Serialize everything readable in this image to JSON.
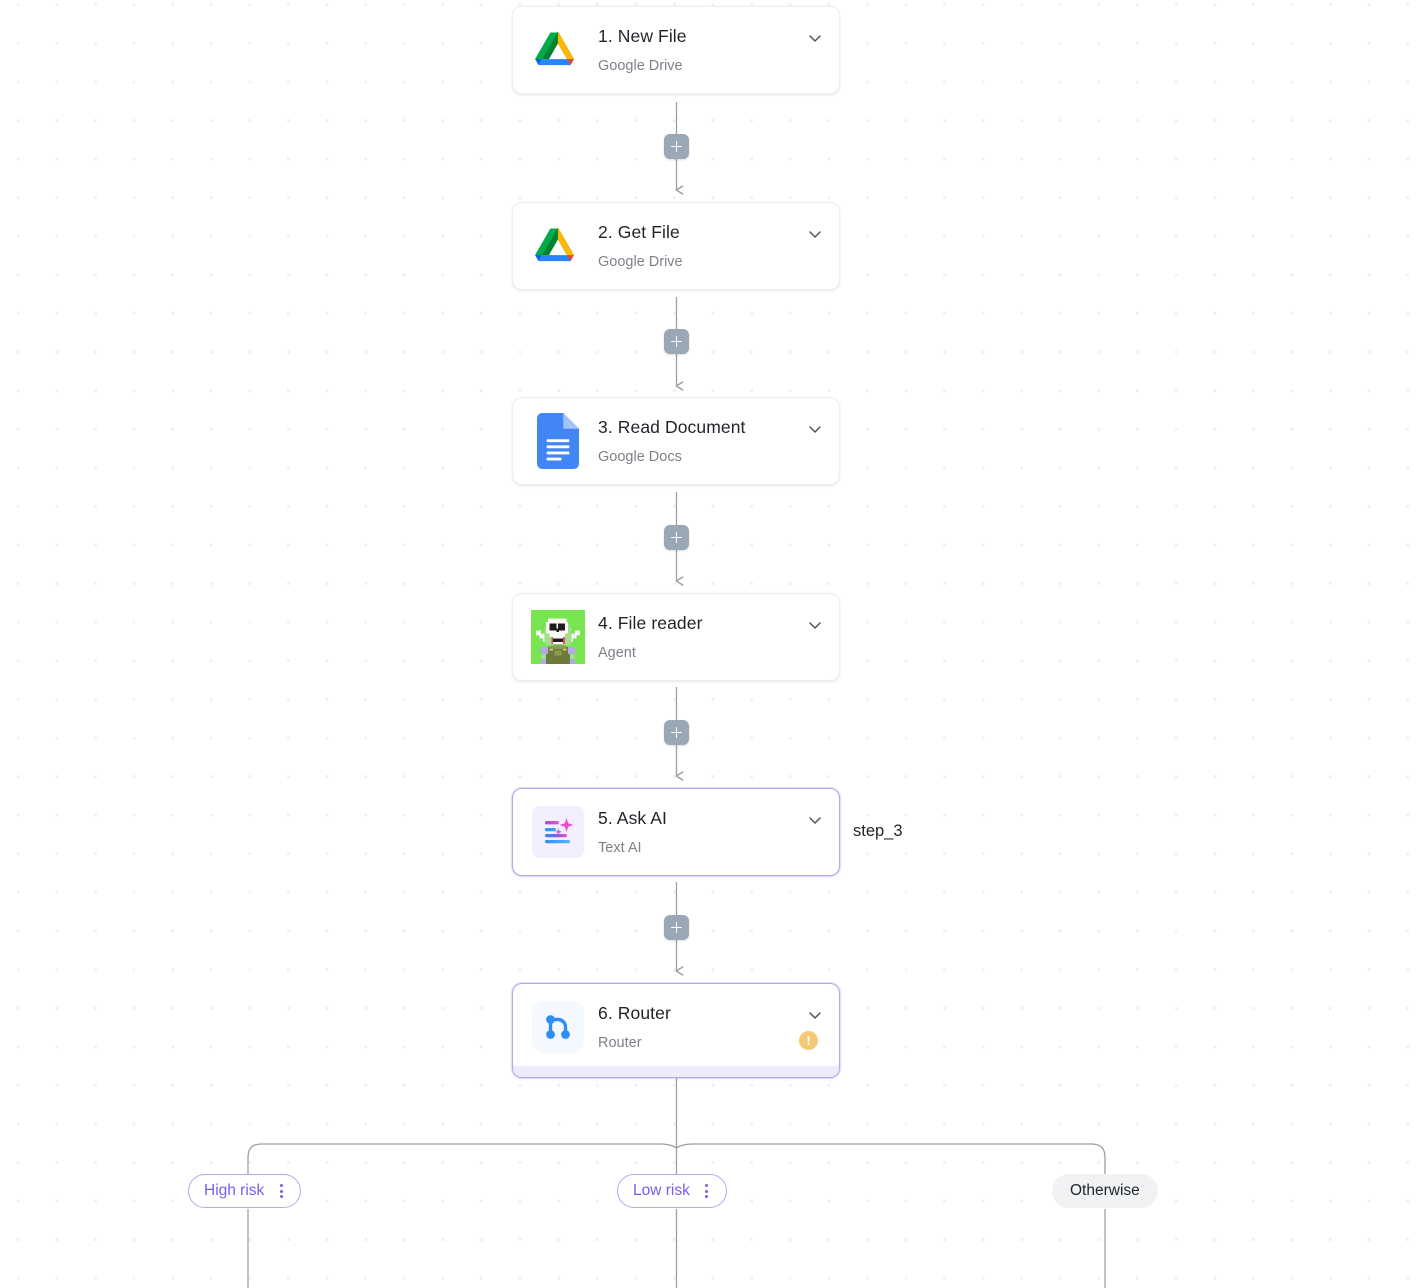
{
  "canvas": {
    "background_color": "#ffffff",
    "dot_color": "#efeff1",
    "accent_color": "#7a5cf0",
    "connector_color": "#9aa0a6",
    "plus_button_color": "#9aa7b4"
  },
  "steps": [
    {
      "index": "1",
      "title": "1. New File",
      "subtitle": "Google Drive",
      "icon": "google-drive-icon",
      "selected": false,
      "chevron": "chevron-down-icon"
    },
    {
      "index": "2",
      "title": "2. Get File",
      "subtitle": "Google Drive",
      "icon": "google-drive-icon",
      "selected": false,
      "chevron": "chevron-down-icon"
    },
    {
      "index": "3",
      "title": "3. Read Document",
      "subtitle": "Google Docs",
      "icon": "google-docs-icon",
      "selected": false,
      "chevron": "chevron-down-icon"
    },
    {
      "index": "4",
      "title": "4. File reader",
      "subtitle": "Agent",
      "icon": "agent-avatar-icon",
      "selected": false,
      "chevron": "chevron-down-icon"
    },
    {
      "index": "5",
      "title": "5. Ask AI",
      "subtitle": "Text AI",
      "icon": "text-ai-icon",
      "selected": true,
      "chevron": "chevron-down-icon",
      "side_label": "step_3"
    },
    {
      "index": "6",
      "title": "6. Router",
      "subtitle": "Router",
      "icon": "router-icon",
      "selected": true,
      "chevron": "chevron-down-icon",
      "warning": "!",
      "warning_color": "#f6c977"
    }
  ],
  "add_buttons": [
    {
      "label": "+",
      "after_step": "1"
    },
    {
      "label": "+",
      "after_step": "2"
    },
    {
      "label": "+",
      "after_step": "3"
    },
    {
      "label": "+",
      "after_step": "4"
    },
    {
      "label": "+",
      "after_step": "5"
    }
  ],
  "branches": [
    {
      "label": "High risk",
      "style": "accent",
      "menu": "kebab-menu-icon"
    },
    {
      "label": "Low risk",
      "style": "accent",
      "menu": "kebab-menu-icon"
    },
    {
      "label": "Otherwise",
      "style": "plain",
      "menu": null
    }
  ]
}
